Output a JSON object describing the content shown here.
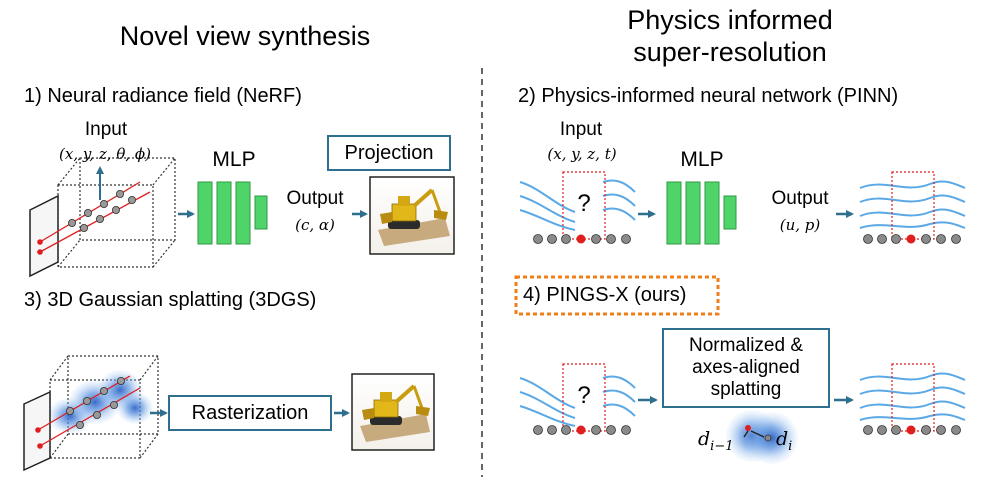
{
  "titles": {
    "left": "Novel view synthesis",
    "right_line1": "Physics informed",
    "right_line2": "super-resolution"
  },
  "sections": {
    "nerf": "1) Neural radiance field (NeRF)",
    "pinn": "2) Physics-informed neural network (PINN)",
    "gs": "3) 3D Gaussian splatting (3DGS)",
    "pings": "4) PINGS-X (ours)"
  },
  "nerf": {
    "input_label": "Input",
    "input_vars": "(x, y, z, θ, ϕ)",
    "mlp_label": "MLP",
    "output_label": "Output",
    "output_vars": "(c, α)",
    "projection_label": "Projection"
  },
  "pinn": {
    "input_label": "Input",
    "input_vars": "(x, y, z, t)",
    "question": "?",
    "mlp_label": "MLP",
    "output_label": "Output",
    "output_vars": "(u, p)"
  },
  "gs": {
    "rasterization_label": "Rasterization"
  },
  "pings": {
    "question": "?",
    "splat_line1": "Normalized &",
    "splat_line2": "axes-aligned",
    "splat_line3": "splatting",
    "d_prev": "d",
    "d_prev_sub": "i−1",
    "d_cur": "d",
    "d_cur_sub": "i"
  },
  "colors": {
    "accent": "#2e6f8e",
    "mlp_green": "#4fd46a",
    "highlight_orange": "#f07f1a",
    "wave_blue": "#5aa9e6",
    "red": "#e01e1e"
  }
}
